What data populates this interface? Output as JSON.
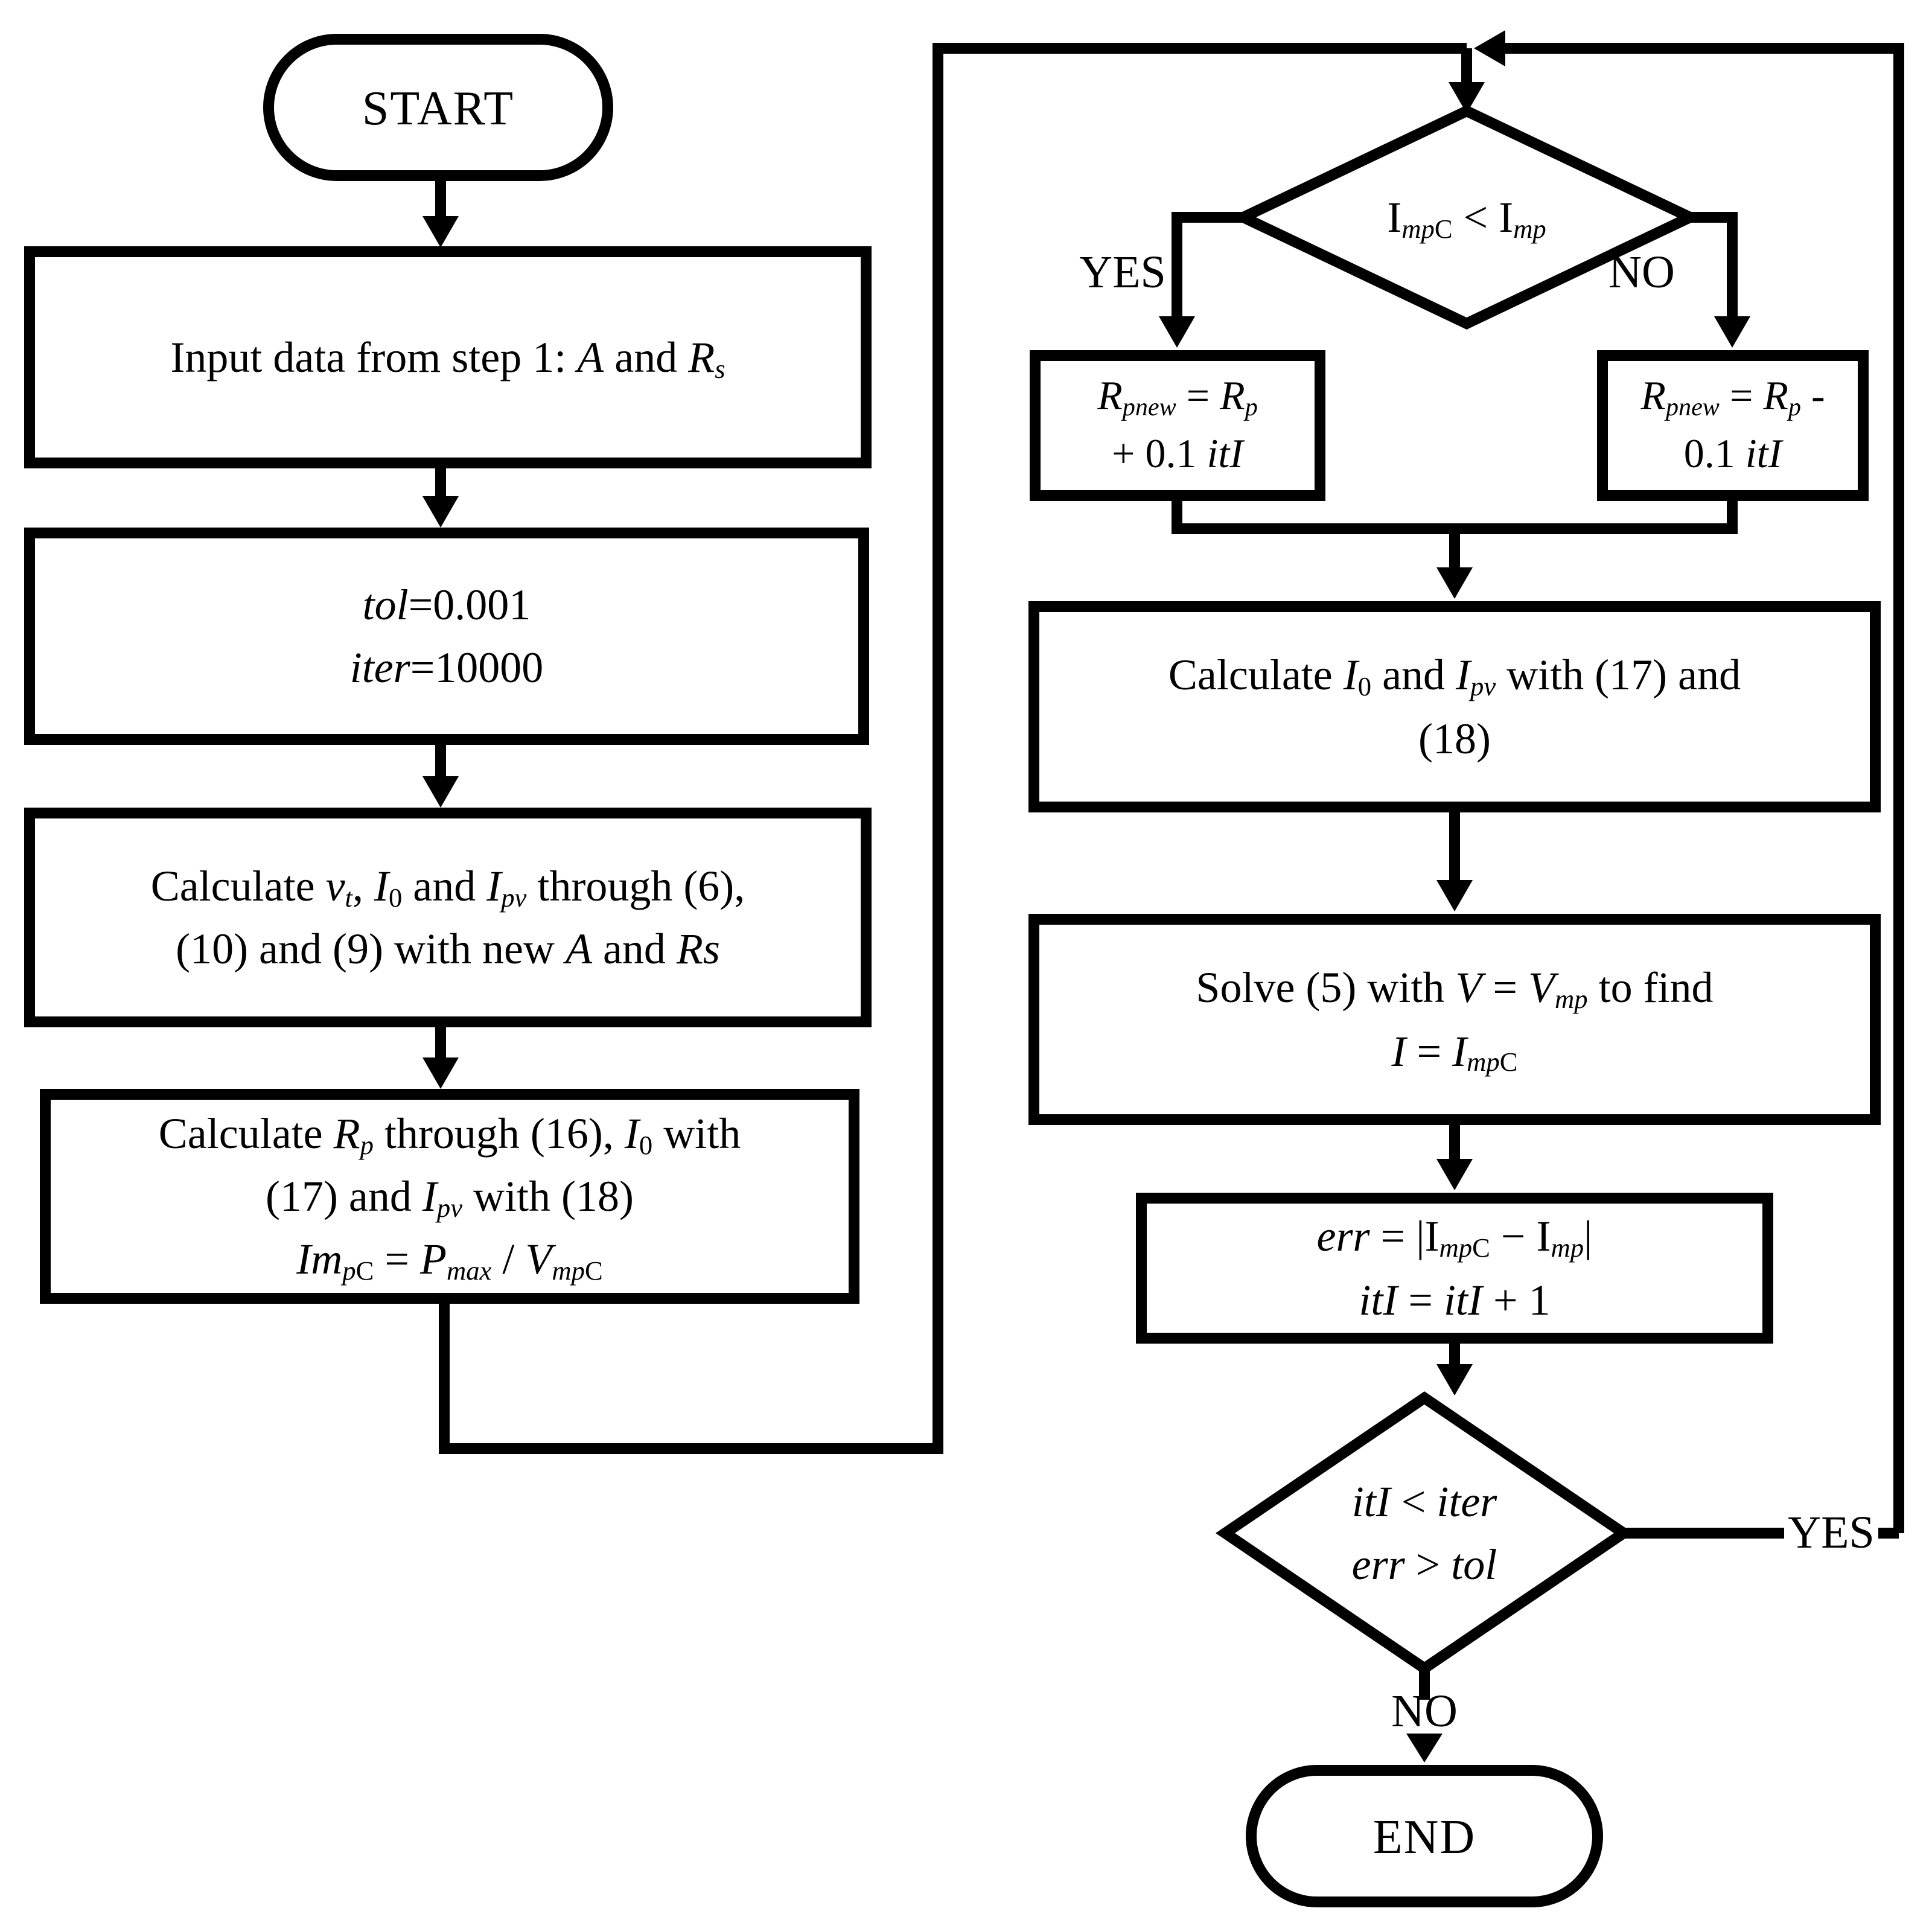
{
  "colors": {
    "stroke": "#000000",
    "background": "#ffffff"
  },
  "nodes": {
    "start": {
      "label": "START"
    },
    "end": {
      "label": "END"
    },
    "input_data": {
      "lines": [
        [
          {
            "t": "Input data from step 1: "
          },
          {
            "t": "A",
            "i": true
          },
          {
            "t": " and "
          },
          {
            "t": "R",
            "i": true
          },
          {
            "t": "s",
            "i": true,
            "sub": true
          }
        ]
      ]
    },
    "init": {
      "lines": [
        [
          {
            "t": "tol",
            "i": true
          },
          {
            "t": "=0.001"
          }
        ],
        [
          {
            "t": "iter",
            "i": true
          },
          {
            "t": "=10000"
          }
        ]
      ]
    },
    "calc_vt": {
      "lines": [
        [
          {
            "t": "Calculate "
          },
          {
            "t": "v",
            "i": true
          },
          {
            "t": "t",
            "i": true,
            "sub": true
          },
          {
            "t": ", "
          },
          {
            "t": "I",
            "i": true
          },
          {
            "t": "0",
            "sub": true
          },
          {
            "t": " and "
          },
          {
            "t": "I",
            "i": true
          },
          {
            "t": "pv",
            "i": true,
            "sub": true
          },
          {
            "t": " through (6),"
          }
        ],
        [
          {
            "t": "(10) and (9) with new "
          },
          {
            "t": "A",
            "i": true
          },
          {
            "t": " and "
          },
          {
            "t": "Rs",
            "i": true
          }
        ]
      ]
    },
    "calc_rp": {
      "lines": [
        [
          {
            "t": "Calculate "
          },
          {
            "t": "R",
            "i": true
          },
          {
            "t": "p",
            "i": true,
            "sub": true
          },
          {
            "t": " through (16), "
          },
          {
            "t": "I",
            "i": true
          },
          {
            "t": "0",
            "sub": true
          },
          {
            "t": " with"
          }
        ],
        [
          {
            "t": "(17) and "
          },
          {
            "t": "I",
            "i": true
          },
          {
            "t": "pv",
            "i": true,
            "sub": true
          },
          {
            "t": " with (18)"
          }
        ],
        [
          {
            "t": "Im",
            "i": true
          },
          {
            "t": "p",
            "i": true,
            "sub": true
          },
          {
            "t": "C",
            "sub": true
          },
          {
            "t": " = "
          },
          {
            "t": "P",
            "i": true
          },
          {
            "t": "max",
            "i": true,
            "sub": true
          },
          {
            "t": " / "
          },
          {
            "t": "V",
            "i": true
          },
          {
            "t": "mp",
            "i": true,
            "sub": true
          },
          {
            "t": "C",
            "sub": true
          }
        ]
      ]
    },
    "dec_imp": {
      "lines": [
        [
          {
            "t": "I"
          },
          {
            "t": "mp",
            "i": true,
            "sub": true
          },
          {
            "t": "C",
            "sub": true
          },
          {
            "t": " < I"
          },
          {
            "t": "mp",
            "i": true,
            "sub": true
          }
        ]
      ]
    },
    "rp_plus": {
      "lines": [
        [
          {
            "t": "R",
            "i": true
          },
          {
            "t": "pnew",
            "i": true,
            "sub": true
          },
          {
            "t": " = "
          },
          {
            "t": "R",
            "i": true
          },
          {
            "t": "p",
            "i": true,
            "sub": true
          }
        ],
        [
          {
            "t": "+ 0.1 "
          },
          {
            "t": "itI",
            "i": true
          }
        ]
      ]
    },
    "rp_minus": {
      "lines": [
        [
          {
            "t": "R",
            "i": true
          },
          {
            "t": "pnew",
            "i": true,
            "sub": true
          },
          {
            "t": " = "
          },
          {
            "t": "R",
            "i": true
          },
          {
            "t": "p",
            "i": true,
            "sub": true
          },
          {
            "t": " -"
          }
        ],
        [
          {
            "t": "0.1 "
          },
          {
            "t": "itI",
            "i": true
          }
        ]
      ]
    },
    "calc_i0": {
      "lines": [
        [
          {
            "t": "Calculate "
          },
          {
            "t": "I",
            "i": true
          },
          {
            "t": "0",
            "sub": true
          },
          {
            "t": " and "
          },
          {
            "t": "I",
            "i": true
          },
          {
            "t": "pv",
            "i": true,
            "sub": true
          },
          {
            "t": " with (17) and"
          }
        ],
        [
          {
            "t": "(18)"
          }
        ]
      ]
    },
    "solve": {
      "lines": [
        [
          {
            "t": "Solve (5) with "
          },
          {
            "t": "V",
            "i": true
          },
          {
            "t": " = "
          },
          {
            "t": "V",
            "i": true
          },
          {
            "t": "mp",
            "i": true,
            "sub": true
          },
          {
            "t": " to find"
          }
        ],
        [
          {
            "t": "I",
            "i": true
          },
          {
            "t": " = "
          },
          {
            "t": "I",
            "i": true
          },
          {
            "t": "mp",
            "i": true,
            "sub": true
          },
          {
            "t": "C",
            "sub": true
          }
        ]
      ]
    },
    "err": {
      "lines": [
        [
          {
            "t": "err",
            "i": true
          },
          {
            "t": " = |I"
          },
          {
            "t": "mp",
            "i": true,
            "sub": true
          },
          {
            "t": "C",
            "sub": true
          },
          {
            "t": " − I"
          },
          {
            "t": "mp",
            "i": true,
            "sub": true
          },
          {
            "t": "|"
          }
        ],
        [
          {
            "t": "itI",
            "i": true
          },
          {
            "t": " = "
          },
          {
            "t": "itI",
            "i": true
          },
          {
            "t": " + 1"
          }
        ]
      ]
    },
    "dec_iter": {
      "lines": [
        [
          {
            "t": "itI",
            "i": true
          },
          {
            "t": " < "
          },
          {
            "t": "iter",
            "i": true
          }
        ],
        [
          {
            "t": "err",
            "i": true
          },
          {
            "t": " > "
          },
          {
            "t": "tol",
            "i": true
          }
        ]
      ]
    }
  },
  "edge_labels": {
    "yes1": "YES",
    "no1": "NO",
    "yes2": "YES",
    "no2": "NO"
  }
}
